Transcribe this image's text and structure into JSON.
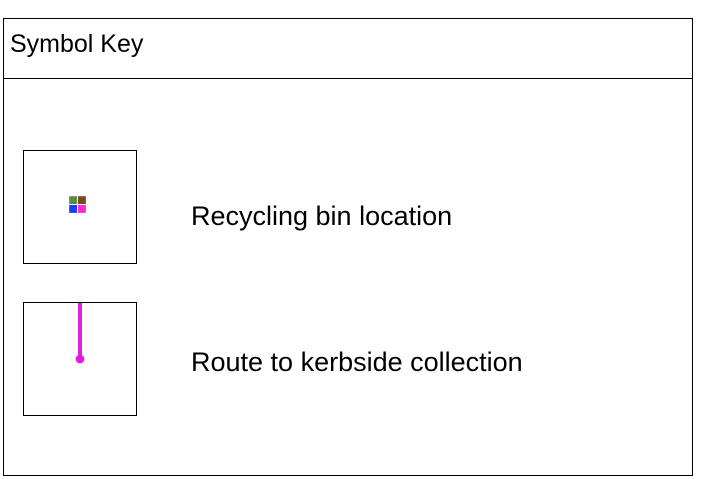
{
  "key": {
    "title": "Symbol Key",
    "items": [
      {
        "label": "Recycling bin location",
        "icon": "recycling-bin-symbol",
        "colors": [
          "#5b8c4a",
          "#7a4a1e",
          "#1a3cff",
          "#ff2bd6"
        ]
      },
      {
        "label": "Route to kerbside collection",
        "icon": "route-line-symbol",
        "colors": [
          "#e020d8"
        ]
      }
    ]
  }
}
